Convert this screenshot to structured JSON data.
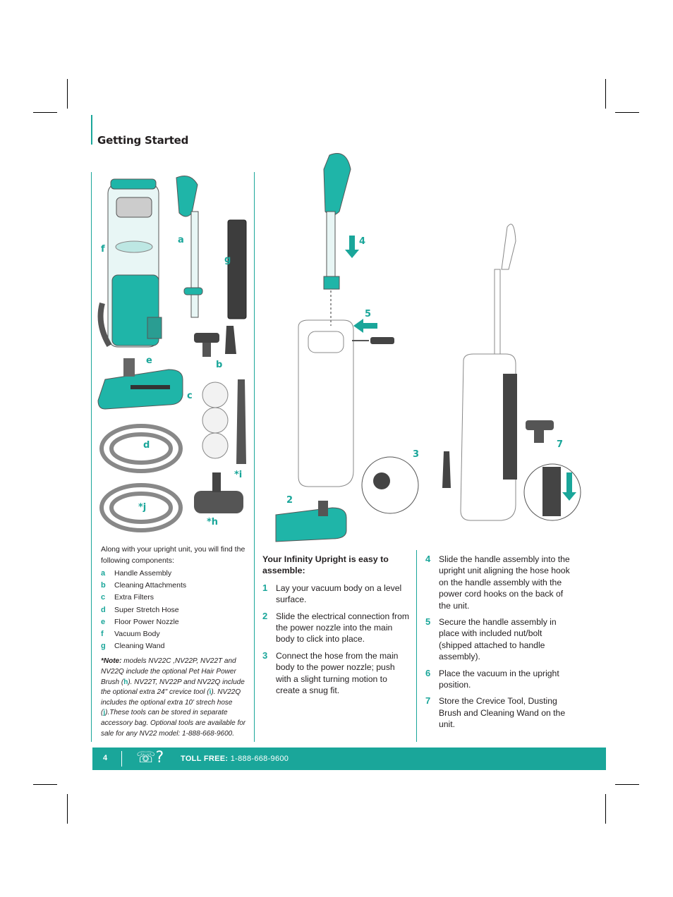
{
  "heading": "Getting Started",
  "components": {
    "intro": "Along with your upright unit, you will find the following components:",
    "items": [
      {
        "letter": "a",
        "name": "Handle Assembly"
      },
      {
        "letter": "b",
        "name": "Cleaning Attachments"
      },
      {
        "letter": "c",
        "name": "Extra Filters"
      },
      {
        "letter": "d",
        "name": "Super Stretch Hose"
      },
      {
        "letter": "e",
        "name": "Floor Power Nozzle"
      },
      {
        "letter": "f",
        "name": "Vacuum Body"
      },
      {
        "letter": "g",
        "name": "Cleaning Wand"
      }
    ],
    "note": {
      "label": "*Note:",
      "text1": " models NV22C ,NV22P, NV22T and NV22Q include the optional Pet Hair Power Brush (",
      "h": "h",
      "text2": "). NV22T, NV22P and NV22Q include the optional extra 24\" crevice tool (",
      "i": "i",
      "text3": "). NV22Q includes the optional extra 10' strech hose (",
      "j": "j",
      "text4": ").These tools can be stored in separate accessory bag. Optional tools are available for sale for any NV22 model: 1-888-668-9600."
    }
  },
  "figure_labels": {
    "a": "a",
    "b": "b",
    "c": "c",
    "d": "d",
    "e": "e",
    "f": "f",
    "g": "g",
    "h": "*h",
    "i": "*i",
    "j": "*j",
    "s2": "2",
    "s3": "3",
    "s4": "4",
    "s5": "5",
    "s7": "7"
  },
  "assembly": {
    "intro": "Your Infinity Upright is easy to assemble:",
    "steps": [
      {
        "num": "1",
        "text": "Lay your vacuum body on a level surface."
      },
      {
        "num": "2",
        "text": "Slide the electrical connection from the power nozzle into the main body to click into place."
      },
      {
        "num": "3",
        "text": "Connect the hose from the main body to the power nozzle; push with a slight turning motion to create a snug fit."
      },
      {
        "num": "4",
        "text": "Slide the handle assembly into the upright unit aligning the hose hook on the handle assembly with the power cord hooks on the back of the unit."
      },
      {
        "num": "5",
        "text": "Secure the handle assembly in place with included nut/bolt (shipped attached to handle assembly)."
      },
      {
        "num": "6",
        "text": "Place the vacuum in the upright position."
      },
      {
        "num": "7",
        "text": "Store the Crevice Tool, Dusting Brush and Cleaning Wand on the unit."
      }
    ]
  },
  "footer": {
    "page": "4",
    "phone_glyph": "☏?",
    "toll_label": "TOLL FREE:",
    "toll_number": " 1-888-668-9600"
  },
  "colors": {
    "accent": "#1aa69a",
    "text": "#231f20"
  }
}
